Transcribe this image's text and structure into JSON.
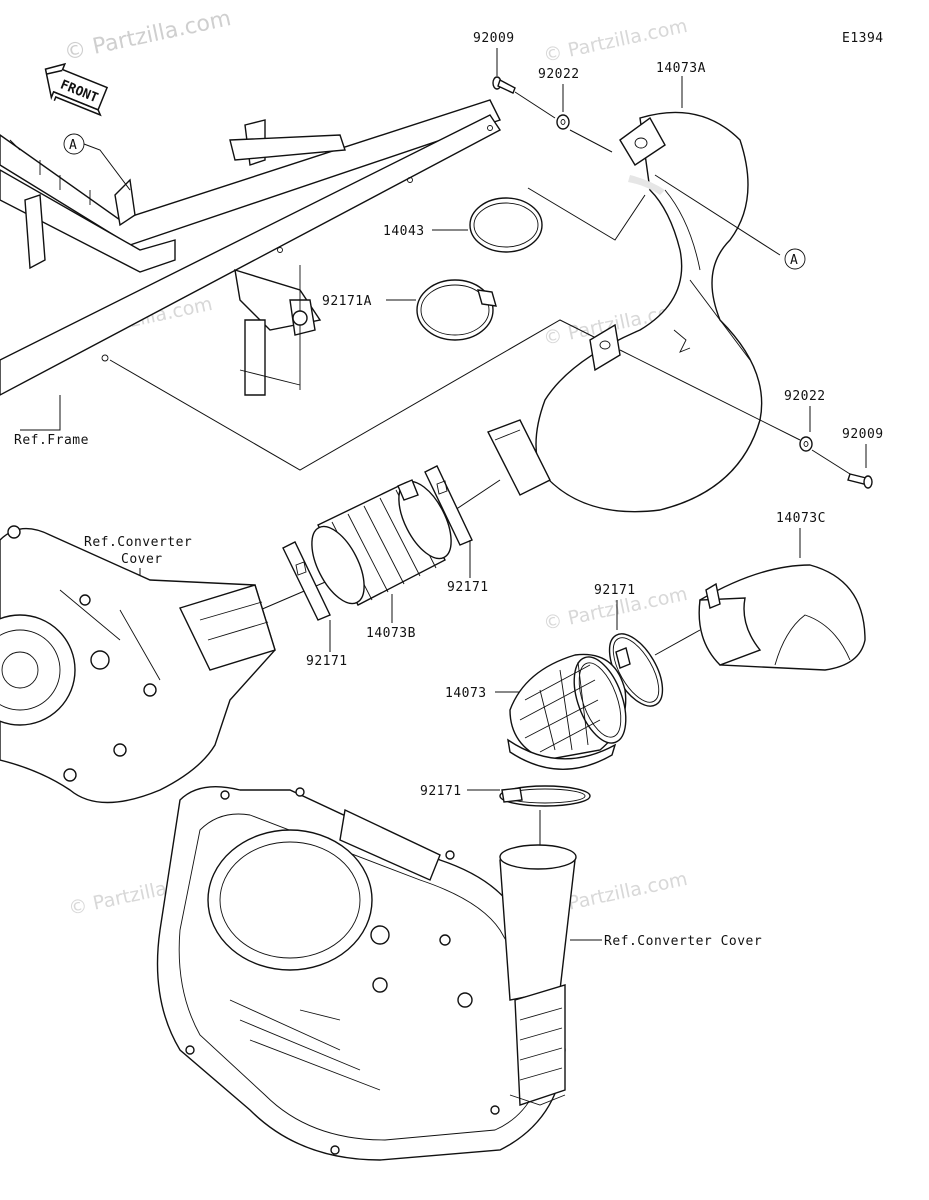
{
  "diagram_code": "E1394",
  "brand_watermark": "© Partzilla.com",
  "front_arrow_text": "FRONT",
  "callouts": {
    "ref_a": "A",
    "p92009_top": "92009",
    "p92022_top": "92022",
    "p14073A": "14073A",
    "p14043": "14043",
    "p92171A": "92171A",
    "ref_frame": "Ref.Frame",
    "p92022_right": "92022",
    "p92009_right": "92009",
    "ref_conv_cover_1": "Ref.Converter",
    "ref_conv_cover_2": "Cover",
    "p14073C": "14073C",
    "p92171_mid": "92171",
    "p92171_left": "92171",
    "p14073B": "14073B",
    "p92171_right": "92171",
    "p14073": "14073",
    "p92171_bottom": "92171",
    "ref_conv_cover_right": "Ref.Converter Cover"
  }
}
